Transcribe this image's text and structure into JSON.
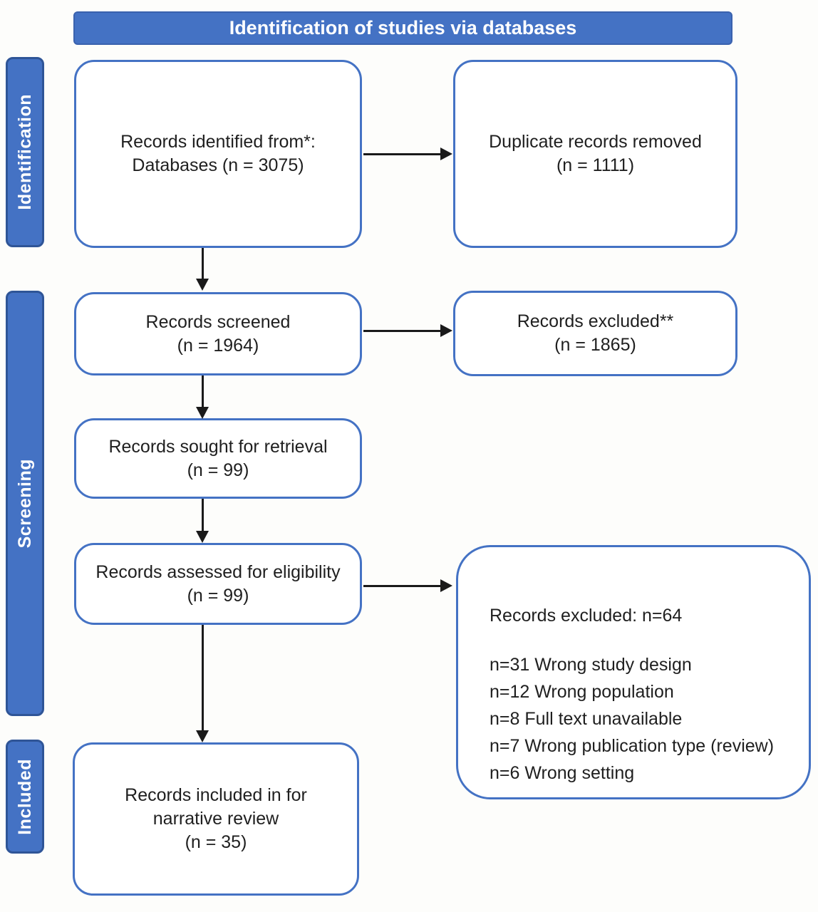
{
  "colors": {
    "primary_blue": "#4472C4",
    "dark_blue_border": "#2F5597",
    "box_border_blue": "#4472C4",
    "arrow_black": "#1A1A1A",
    "title_text": "#FFFFFF",
    "body_text": "#1F1F1F"
  },
  "title_bar": {
    "label": "Identification of studies via databases"
  },
  "sidebar": {
    "identification": "Identification",
    "screening": "Screening",
    "included": "Included"
  },
  "boxes": {
    "identified": {
      "lines": [
        "Records identified from*:",
        "Databases (n = 3075)"
      ]
    },
    "duplicates_removed": {
      "lines": [
        "Duplicate records removed",
        "(n = 1111)"
      ]
    },
    "screened": {
      "lines": [
        "Records screened",
        "(n = 1964)"
      ]
    },
    "excluded_screening": {
      "lines": [
        "Records excluded**",
        "(n = 1865)"
      ]
    },
    "sought_retrieval": {
      "lines": [
        "Records sought for retrieval",
        "(n = 99)"
      ]
    },
    "assessed_eligibility": {
      "lines": [
        "Records assessed for eligibility",
        "(n = 99)"
      ]
    },
    "excluded_eligibility": {
      "title": "Records excluded: n=64",
      "reasons": [
        "n=31 Wrong study design",
        "n=12 Wrong population",
        "n=8 Full text unavailable",
        "n=7 Wrong publication type (review)",
        "n=6 Wrong setting"
      ]
    },
    "included_review": {
      "lines": [
        "Records included in for",
        "narrative review",
        "(n = 35)"
      ]
    }
  }
}
